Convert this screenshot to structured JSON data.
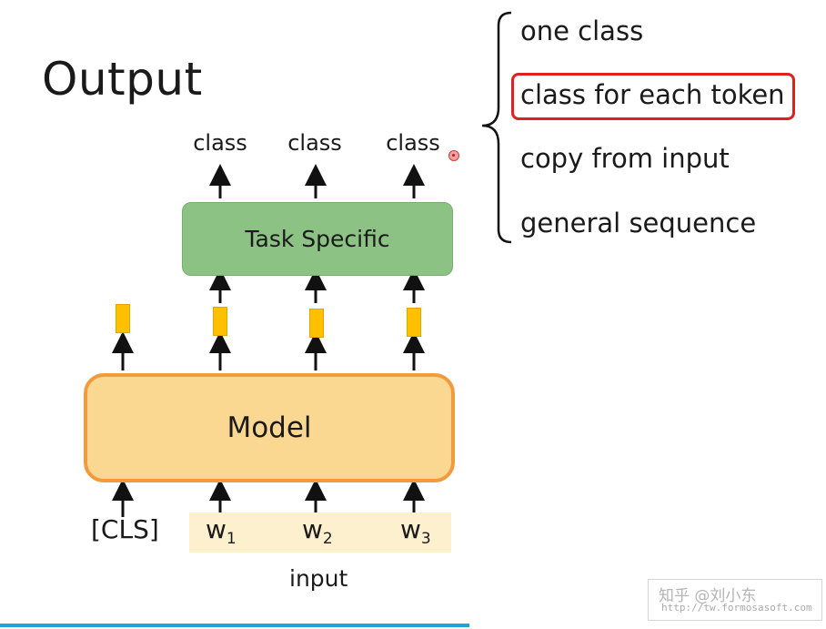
{
  "title": "Output",
  "outputs": [
    "class",
    "class",
    "class"
  ],
  "task_box_label": "Task Specific",
  "model_label": "Model",
  "cls_token": "[CLS]",
  "tokens": [
    {
      "base": "w",
      "sub": "1"
    },
    {
      "base": "w",
      "sub": "2"
    },
    {
      "base": "w",
      "sub": "3"
    }
  ],
  "input_label": "input",
  "options": [
    "one class",
    "class for each token",
    "copy from input",
    "general sequence"
  ],
  "highlighted_option": "class for each token",
  "watermark": {
    "line1": "知乎 @刘小东",
    "line2": "http://tw.formosasoft.com"
  },
  "colors": {
    "task_box": "#8cc283",
    "model_fill": "#fbd892",
    "model_border": "#f29a3e",
    "vector": "#ffc000",
    "highlight": "#e02020",
    "bottom_bar": "#1fa3d9"
  }
}
